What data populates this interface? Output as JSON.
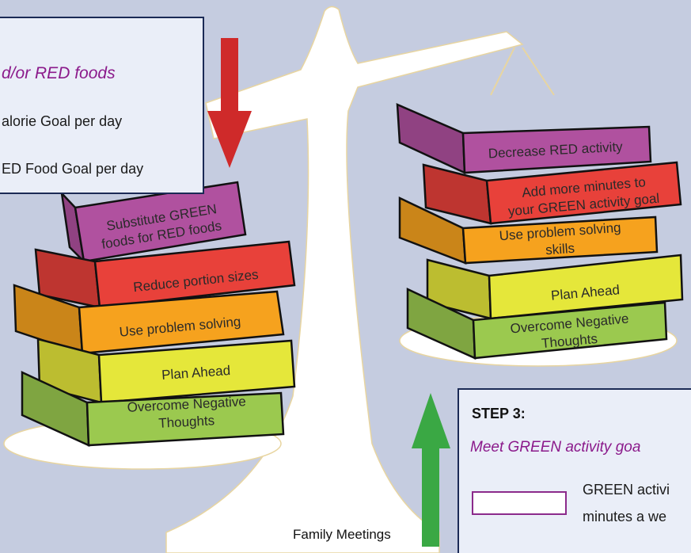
{
  "left_panel": {
    "heading": "d/or RED foods",
    "goal_1": "alorie Goal per day",
    "goal_2": "ED Food Goal per day"
  },
  "right_panel": {
    "step": "STEP 3:",
    "heading": "Meet GREEN activity goa",
    "line_1": "GREEN activi",
    "line_2": "minutes a we"
  },
  "base_caption": "Family Meetings",
  "left_stack": [
    {
      "label_1": "Substitute GREEN",
      "label_2": "foods for RED foods",
      "color": "#b0519f"
    },
    {
      "label_1": "Reduce portion sizes",
      "label_2": "",
      "color": "#e8413a"
    },
    {
      "label_1": "Use problem solving",
      "label_2": "",
      "color": "#f6a21e"
    },
    {
      "label_1": "Plan Ahead",
      "label_2": "",
      "color": "#e5e73a"
    },
    {
      "label_1": "Overcome Negative",
      "label_2": "Thoughts",
      "color": "#9bc94f"
    }
  ],
  "right_stack": [
    {
      "label_1": "Decrease RED activity",
      "label_2": "",
      "color": "#b0519f"
    },
    {
      "label_1": "Add more minutes to",
      "label_2": "your GREEN activity goal",
      "color": "#e8413a"
    },
    {
      "label_1": "Use problem solving",
      "label_2": "skills",
      "color": "#f6a21e"
    },
    {
      "label_1": "Plan Ahead",
      "label_2": "",
      "color": "#e5e73a"
    },
    {
      "label_1": "Overcome Negative",
      "label_2": "Thoughts",
      "color": "#9bc94f"
    }
  ],
  "colors": {
    "background": "#c5cce0",
    "scale": "#ffffff",
    "arrow_down": "#cf2a2a",
    "arrow_up": "#3aa844",
    "panel_border": "#1b2a55",
    "accent_purple": "#8b1a8b"
  }
}
